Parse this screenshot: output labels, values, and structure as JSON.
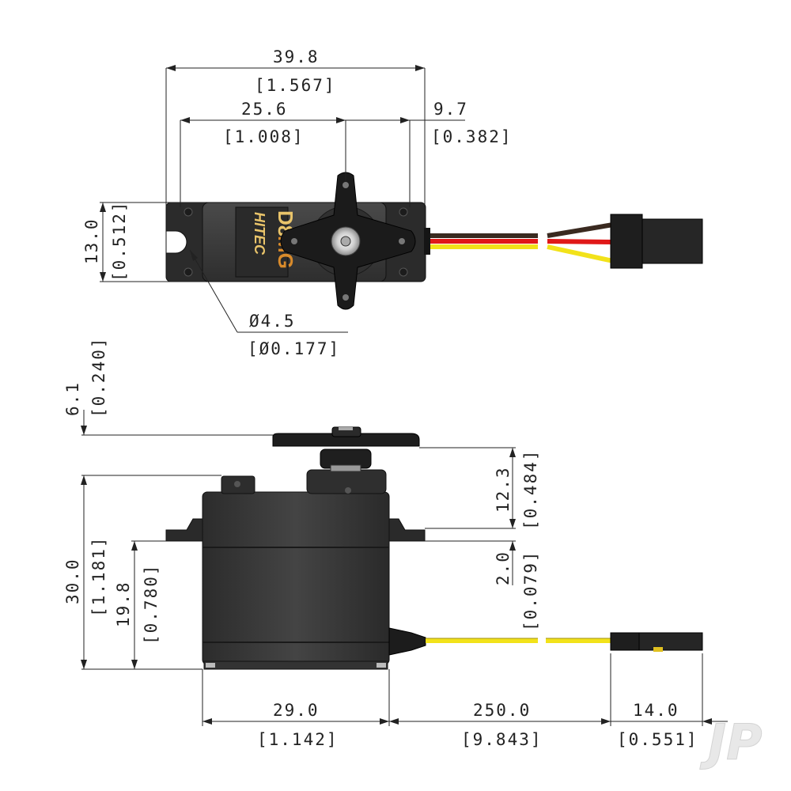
{
  "top_view": {
    "dim_overall": {
      "mm": "39.8",
      "in": "[1.567]"
    },
    "dim_body_to_shaft": {
      "mm": "25.6",
      "in": "[1.008]"
    },
    "dim_shaft_offset": {
      "mm": "9.7",
      "in": "[0.382]"
    },
    "dim_height": {
      "mm": "13.0",
      "in": "[0.512]"
    },
    "dim_hole": {
      "mm": "Ø4.5",
      "in": "[Ø0.177]"
    },
    "label_model": "D8",
    "label_model_suffix": "MG",
    "label_brand": "HITEC"
  },
  "side_view": {
    "dim_horn_height": {
      "mm": "6.1",
      "in": "[0.240]"
    },
    "dim_total_height": {
      "mm": "30.0",
      "in": "[1.181]"
    },
    "dim_tab_height": {
      "mm": "19.8",
      "in": "[0.780]"
    },
    "dim_shaft_to_tab": {
      "mm": "12.3",
      "in": "[0.484]"
    },
    "dim_tab_thickness": {
      "mm": "2.0",
      "in": "[0.079]"
    },
    "dim_body_width": {
      "mm": "29.0",
      "in": "[1.142]"
    },
    "dim_lead_length": {
      "mm": "250.0",
      "in": "[9.843]"
    },
    "dim_connector": {
      "mm": "14.0",
      "in": "[0.551]"
    }
  },
  "watermark": "JP",
  "colors": {
    "body": "#3a3a3a",
    "body_dark": "#262626",
    "wire_red": "#e01818",
    "wire_yellow": "#f2e21a",
    "wire_brown": "#3a2a20",
    "line": "#222222"
  }
}
